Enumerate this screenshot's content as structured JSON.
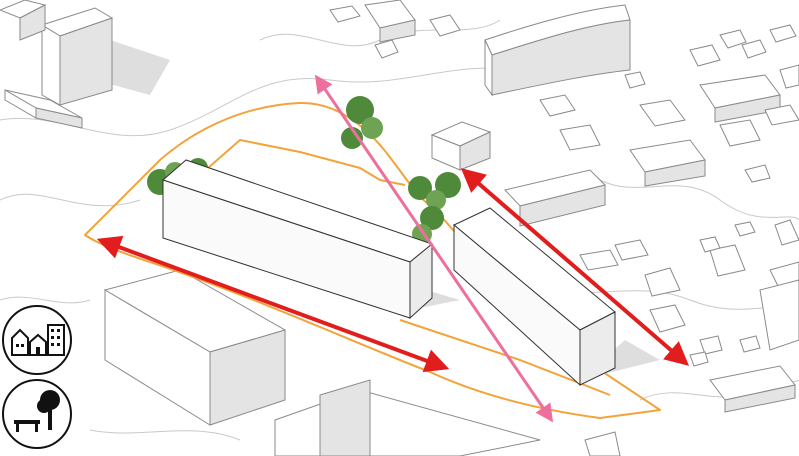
{
  "colors": {
    "site_boundary": "#f2a33a",
    "axis_red": "#e11d1d",
    "axis_pink": "#ee6f9e",
    "tree_green": "#4f8a3a",
    "icon_stroke": "#111111"
  },
  "icons": [
    {
      "name": "housing-icon"
    },
    {
      "name": "park-bench-tree-icon"
    }
  ],
  "arrows": [
    {
      "name": "red-axis-long-block",
      "color": "#e11d1d"
    },
    {
      "name": "red-axis-short-block",
      "color": "#e11d1d"
    },
    {
      "name": "pink-axis-diagonal",
      "color": "#ee6f9e"
    }
  ]
}
